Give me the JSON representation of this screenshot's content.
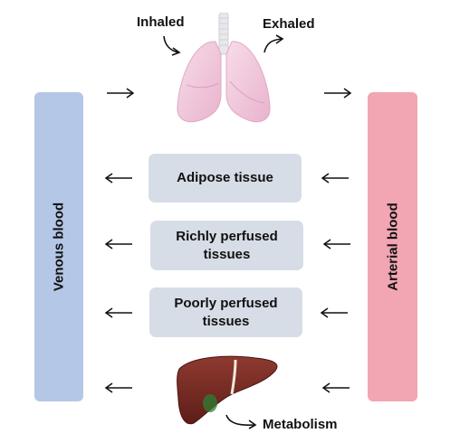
{
  "labels": {
    "inhaled": "Inhaled",
    "exhaled": "Exhaled",
    "venous": "Venous blood",
    "arterial": "Arterial blood",
    "metabolism": "Metabolism"
  },
  "tissues": [
    {
      "line1": "Adipose tissue",
      "line2": ""
    },
    {
      "line1": "Richly perfused",
      "line2": "tissues"
    },
    {
      "line1": "Poorly perfused",
      "line2": "tissues"
    }
  ],
  "icons": {
    "lungs": "lungs-icon",
    "liver": "liver-icon"
  },
  "colors": {
    "venous": "#b4c7e7",
    "arterial": "#f2a5b2",
    "tissue_box": "#d6dde6",
    "lung": "#f1c6dd",
    "liver": "#7a2a22"
  }
}
